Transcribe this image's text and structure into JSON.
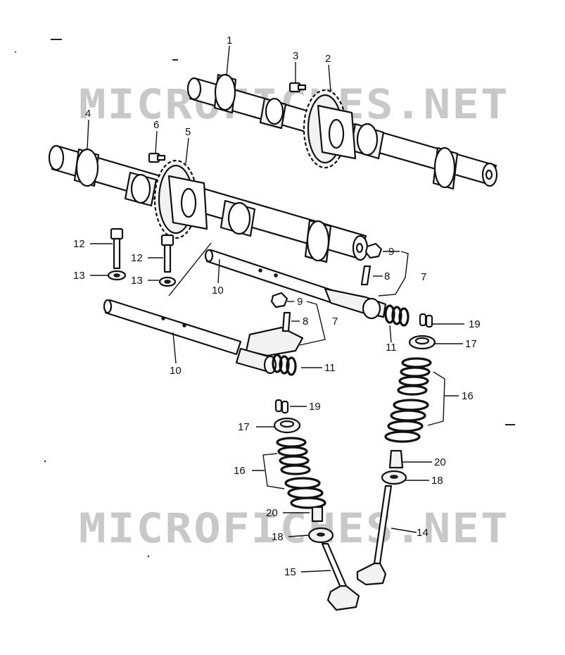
{
  "watermark": {
    "text": "MICROFICHES.NET",
    "color": "#c8c8c8"
  },
  "callouts": {
    "c1": "1",
    "c2": "2",
    "c3": "3",
    "c4": "4",
    "c5": "5",
    "c6": "6",
    "c7a": "7",
    "c7b": "7",
    "c8a": "8",
    "c8b": "8",
    "c9a": "9",
    "c9b": "9",
    "c10a": "10",
    "c10b": "10",
    "c11a": "11",
    "c11b": "11",
    "c12a": "12",
    "c12b": "12",
    "c13a": "13",
    "c13b": "13",
    "c14": "14",
    "c15": "15",
    "c16a": "16",
    "c16b": "16",
    "c17a": "17",
    "c17b": "17",
    "c18a": "18",
    "c18b": "18",
    "c19a": "19",
    "c19b": "19",
    "c20a": "20",
    "c20b": "20"
  }
}
